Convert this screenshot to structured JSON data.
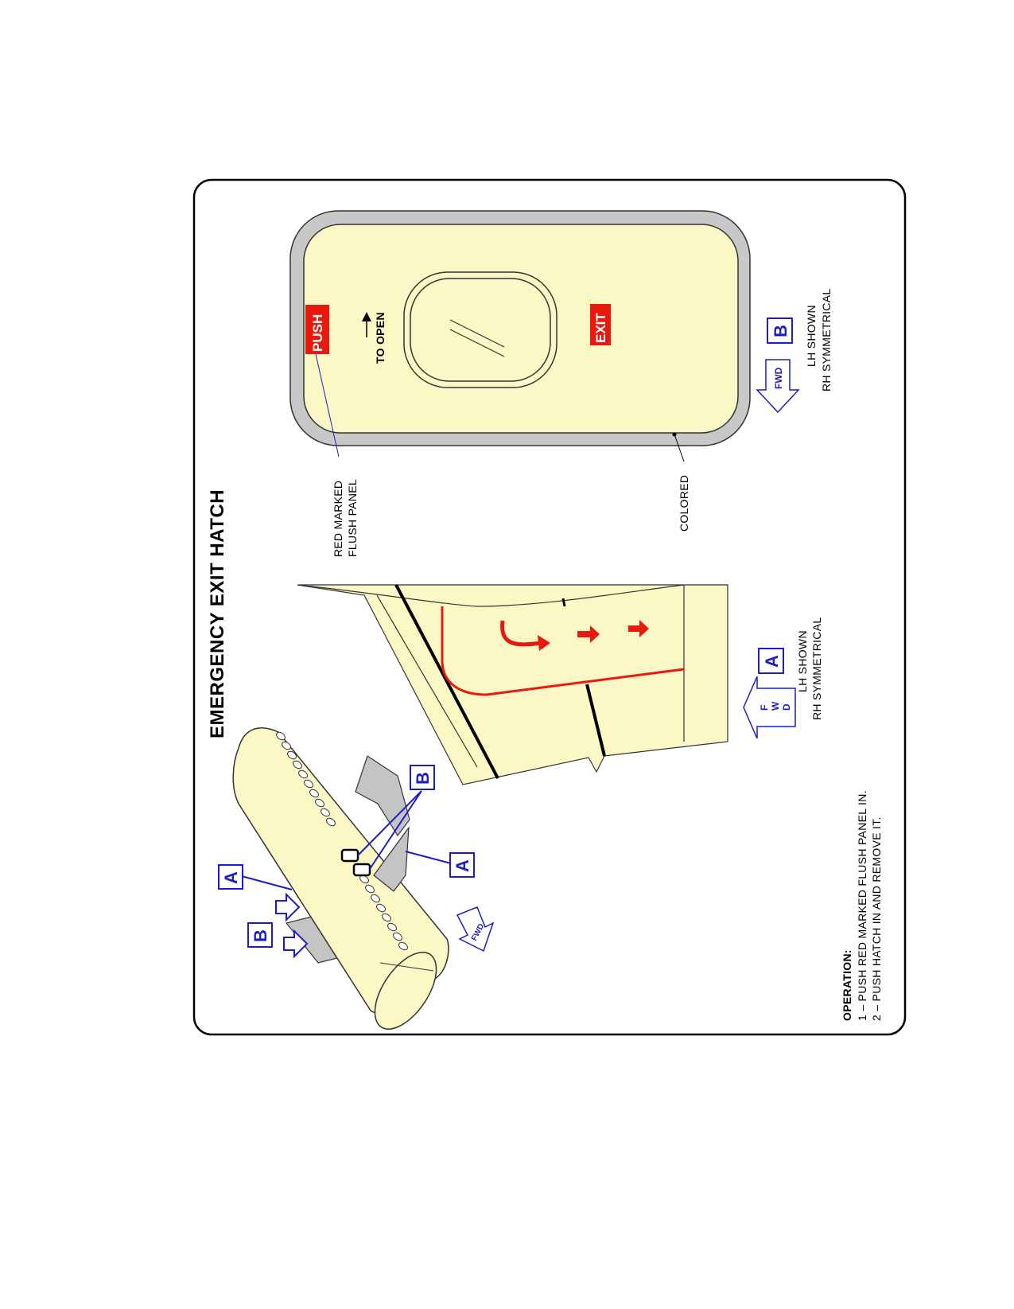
{
  "title": "EMERGENCY EXIT HATCH",
  "labels": {
    "red_marked_line1": "RED MARKED",
    "red_marked_line2": "FLUSH PANEL",
    "colored": "COLORED",
    "push": "PUSH",
    "to_open": "TO OPEN",
    "exit": "EXIT",
    "fwd": "FWD",
    "fwd_f": "F",
    "fwd_w": "W",
    "fwd_d": "D",
    "ref_a": "A",
    "ref_b": "B"
  },
  "views": {
    "view_a": {
      "line1": "LH SHOWN",
      "line2": "RH SYMMETRICAL"
    },
    "view_b": {
      "line1": "LH SHOWN",
      "line2": "RH SYMMETRICAL"
    }
  },
  "operation": {
    "heading": "OPERATION:",
    "step1": "1 – PUSH RED MARKED FLUSH PANEL IN.",
    "step2": "2 – PUSH HATCH IN AND REMOVE IT."
  },
  "colors": {
    "cream": "#fbf8c6",
    "frame_gray": "#c8c8c8",
    "wing_gray": "#c4c4c4",
    "red": "#e8190f",
    "ref_blue": "#1c1cc8",
    "border": "#000000"
  },
  "icons": [
    "fwd-arrow-icon",
    "motion-arrow-icon"
  ]
}
